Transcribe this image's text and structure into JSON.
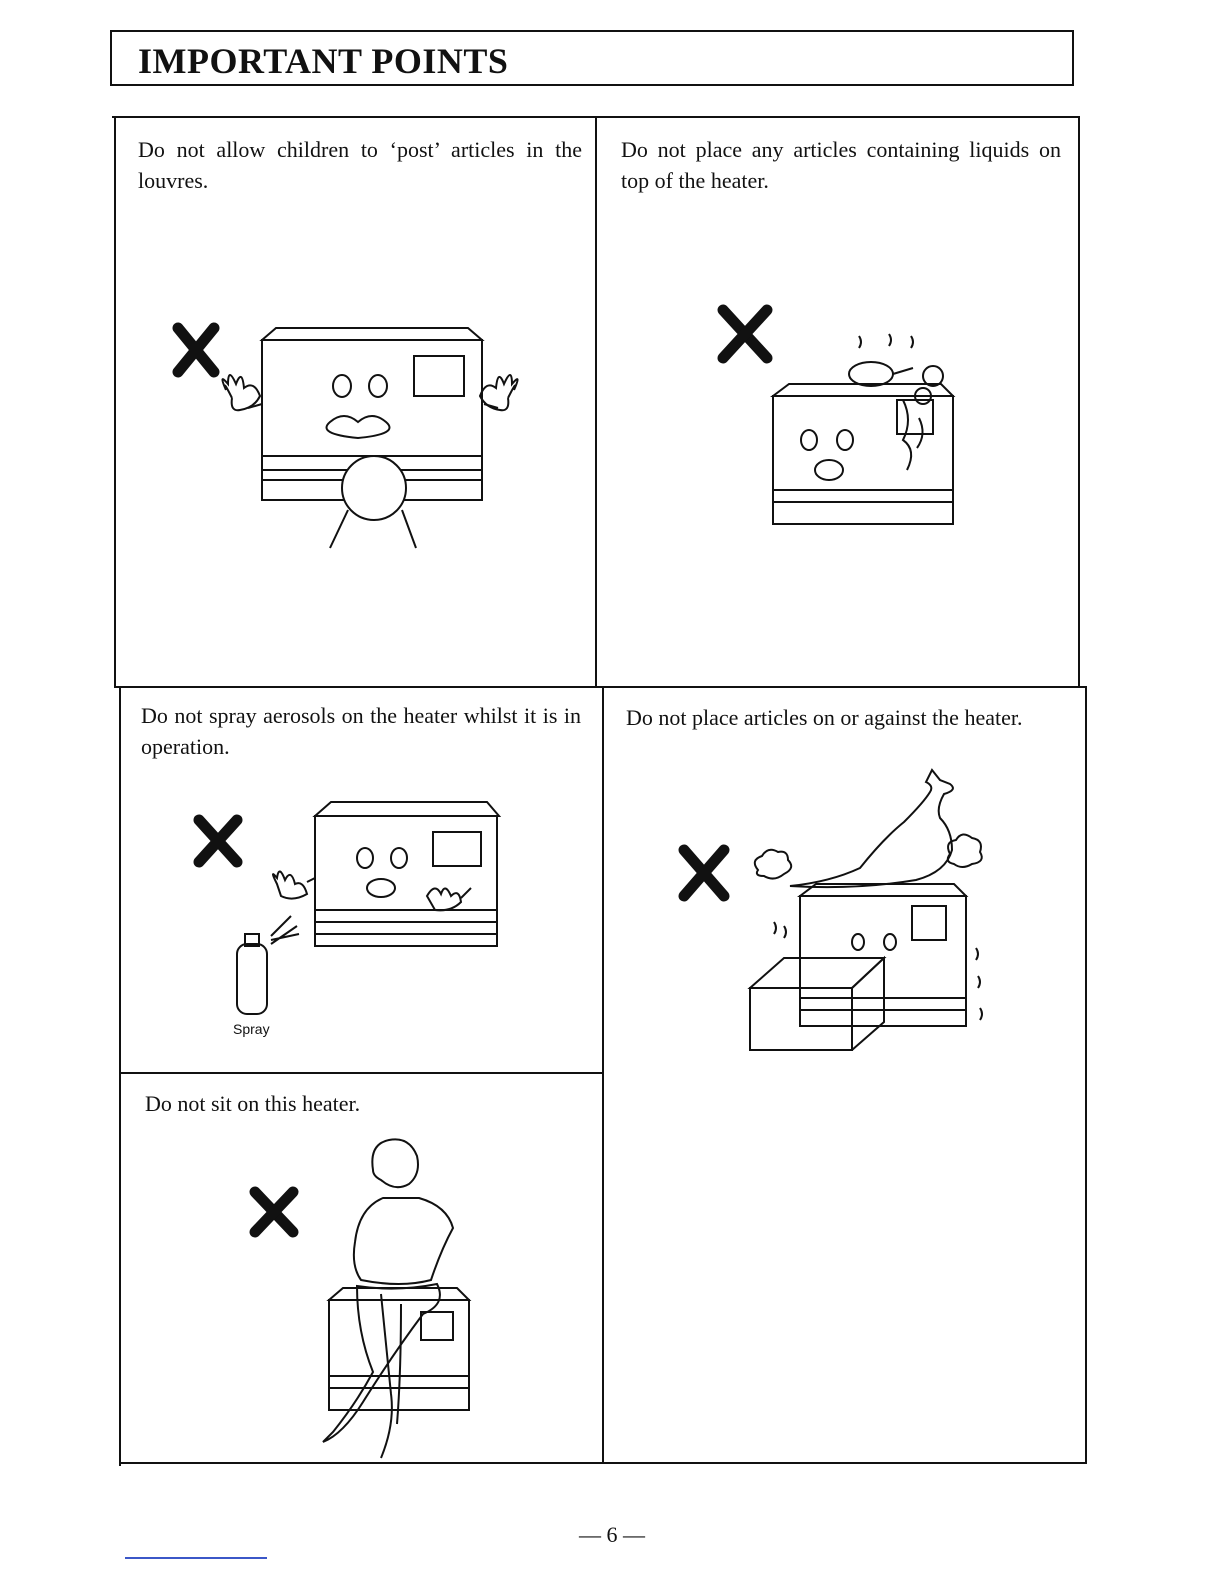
{
  "page": {
    "title": "IMPORTANT POINTS",
    "page_number": "— 6 —"
  },
  "panels": [
    {
      "id": "post-articles",
      "text": "Do not allow children to ‘post’ articles in the louvres."
    },
    {
      "id": "liquids",
      "text": "Do not place any articles containing liquids on top of the heater."
    },
    {
      "id": "aerosols",
      "text": "Do not spray aerosols on the heater whilst it is in operation.",
      "label": "Spray"
    },
    {
      "id": "against",
      "text": "Do not place articles on or against the heater."
    },
    {
      "id": "sit",
      "text": "Do not sit on this heater."
    }
  ],
  "icons": {
    "prohibited": "cross-mark-icon"
  }
}
